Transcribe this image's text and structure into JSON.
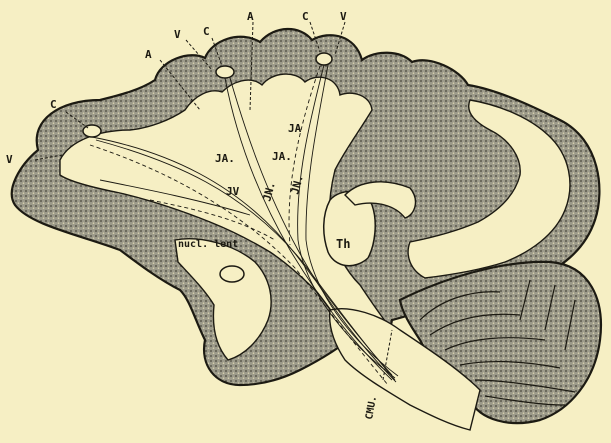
{
  "figure": {
    "labels": {
      "c1": "C",
      "c2": "C",
      "c3": "C",
      "v1": "V",
      "v2": "V",
      "v3": "V",
      "a1": "A",
      "a2": "A",
      "ja1": "JA",
      "ja2": "JA.",
      "ja3": "JA.",
      "jv": "JV",
      "jn1": "JN.",
      "jn2": "JN.",
      "th": "Th",
      "nucl": "nucl. lent",
      "cmu": "CMU."
    }
  }
}
